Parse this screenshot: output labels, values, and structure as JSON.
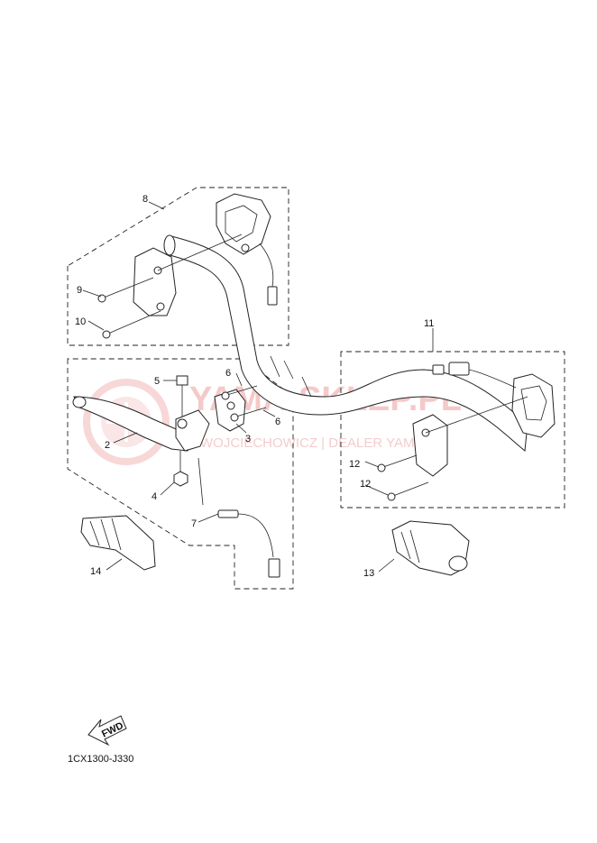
{
  "diagram_code": "1CX1300-J330",
  "fwd_label": "FWD",
  "watermark": {
    "main": "YAMA-SKLEP.PL",
    "sub": "WOJCIECHOWICZ | DEALER YAMAHA"
  },
  "callouts": {
    "c2": "2",
    "c3": "3",
    "c4": "4",
    "c5": "5",
    "c6a": "6",
    "c6b": "6",
    "c7": "7",
    "c8": "8",
    "c9": "9",
    "c10": "10",
    "c11": "11",
    "c12a": "12",
    "c12b": "12",
    "c13": "13",
    "c14": "14"
  },
  "colors": {
    "watermark": "#f2b7b7",
    "ink": "#222222"
  }
}
